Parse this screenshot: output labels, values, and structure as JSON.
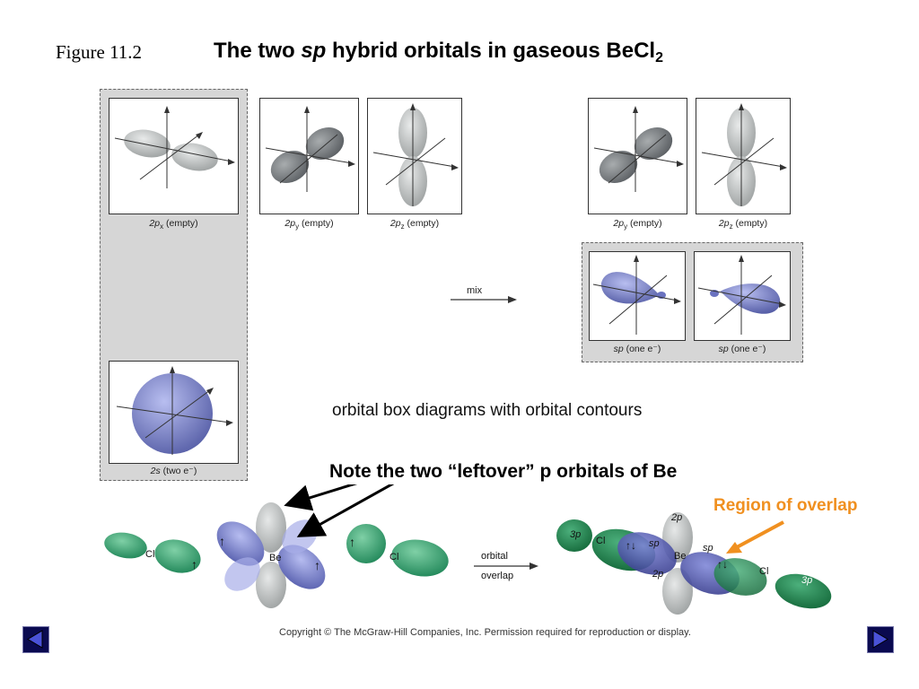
{
  "figure_label": "Figure 11.2",
  "title": {
    "prefix": "The two ",
    "italic": "sp",
    "middle": " hybrid orbitals in gaseous BeCl",
    "subscript": "2"
  },
  "orbitals": {
    "px": {
      "main": "2p",
      "sub": "x",
      "note": " (empty)"
    },
    "py": {
      "main": "2p",
      "sub": "y",
      "note": " (empty)"
    },
    "pz": {
      "main": "2p",
      "sub": "z",
      "note": " (empty)"
    },
    "s": {
      "main": "2s",
      "note": " (two e⁻)"
    },
    "sp": {
      "main": "sp",
      "note": " (one e⁻)"
    }
  },
  "mix_label": "mix",
  "caption": "orbital box diagrams with orbital contours",
  "note": "Note the two “leftover” p orbitals of Be",
  "overlap_region": "Region of overlap",
  "atoms": {
    "cl": "Cl",
    "be": "Be"
  },
  "bottom_labels": {
    "p2": "2p",
    "p3": "3p",
    "sp": "sp",
    "arrow_up": "↑",
    "pair": "↑↓"
  },
  "orbital_overlap": {
    "line1": "orbital",
    "line2": "overlap"
  },
  "copyright": "Copyright © The McGraw-Hill Companies, Inc. Permission required for reproduction or display.",
  "colors": {
    "gray_lobe": "#b8bcbc",
    "blue_lobe": "#7e86cc",
    "green_lobe": "#36a070",
    "dark_green": "#1f7a45",
    "orange": "#f09020"
  }
}
